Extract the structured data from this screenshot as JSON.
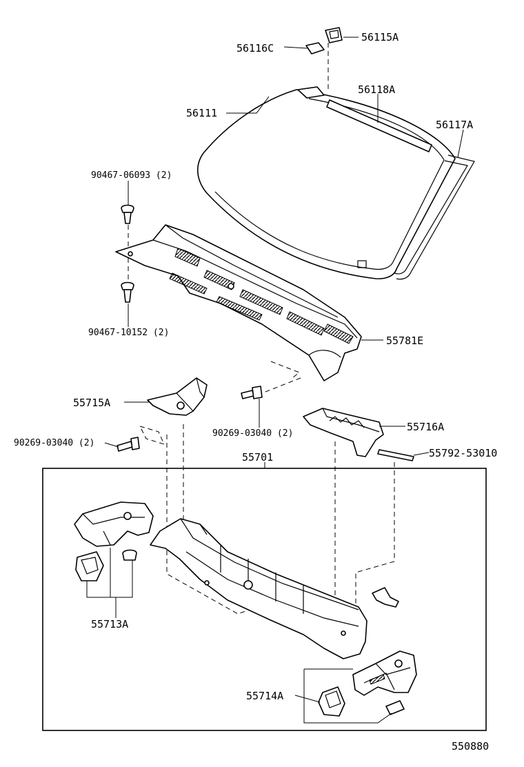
{
  "labels": {
    "windshield_glass": "56111",
    "clip_top": "56115A",
    "clip_left": "56116C",
    "moulding_top": "56118A",
    "moulding_side": "56117A",
    "clip_upper_qty": "90467-06093 (2)",
    "clip_lower_qty": "90467-10152 (2)",
    "cowl_louver": "55781E",
    "bracket_left": "55715A",
    "bolt_center": "90269-03040 (2)",
    "bolt_left": "90269-03040 (2)",
    "panel_right": "55716A",
    "seal": "55792-53010",
    "cowl_assembly": "55701",
    "sub_left": "55713A",
    "sub_right": "55714A",
    "diagram_number": "550880"
  }
}
